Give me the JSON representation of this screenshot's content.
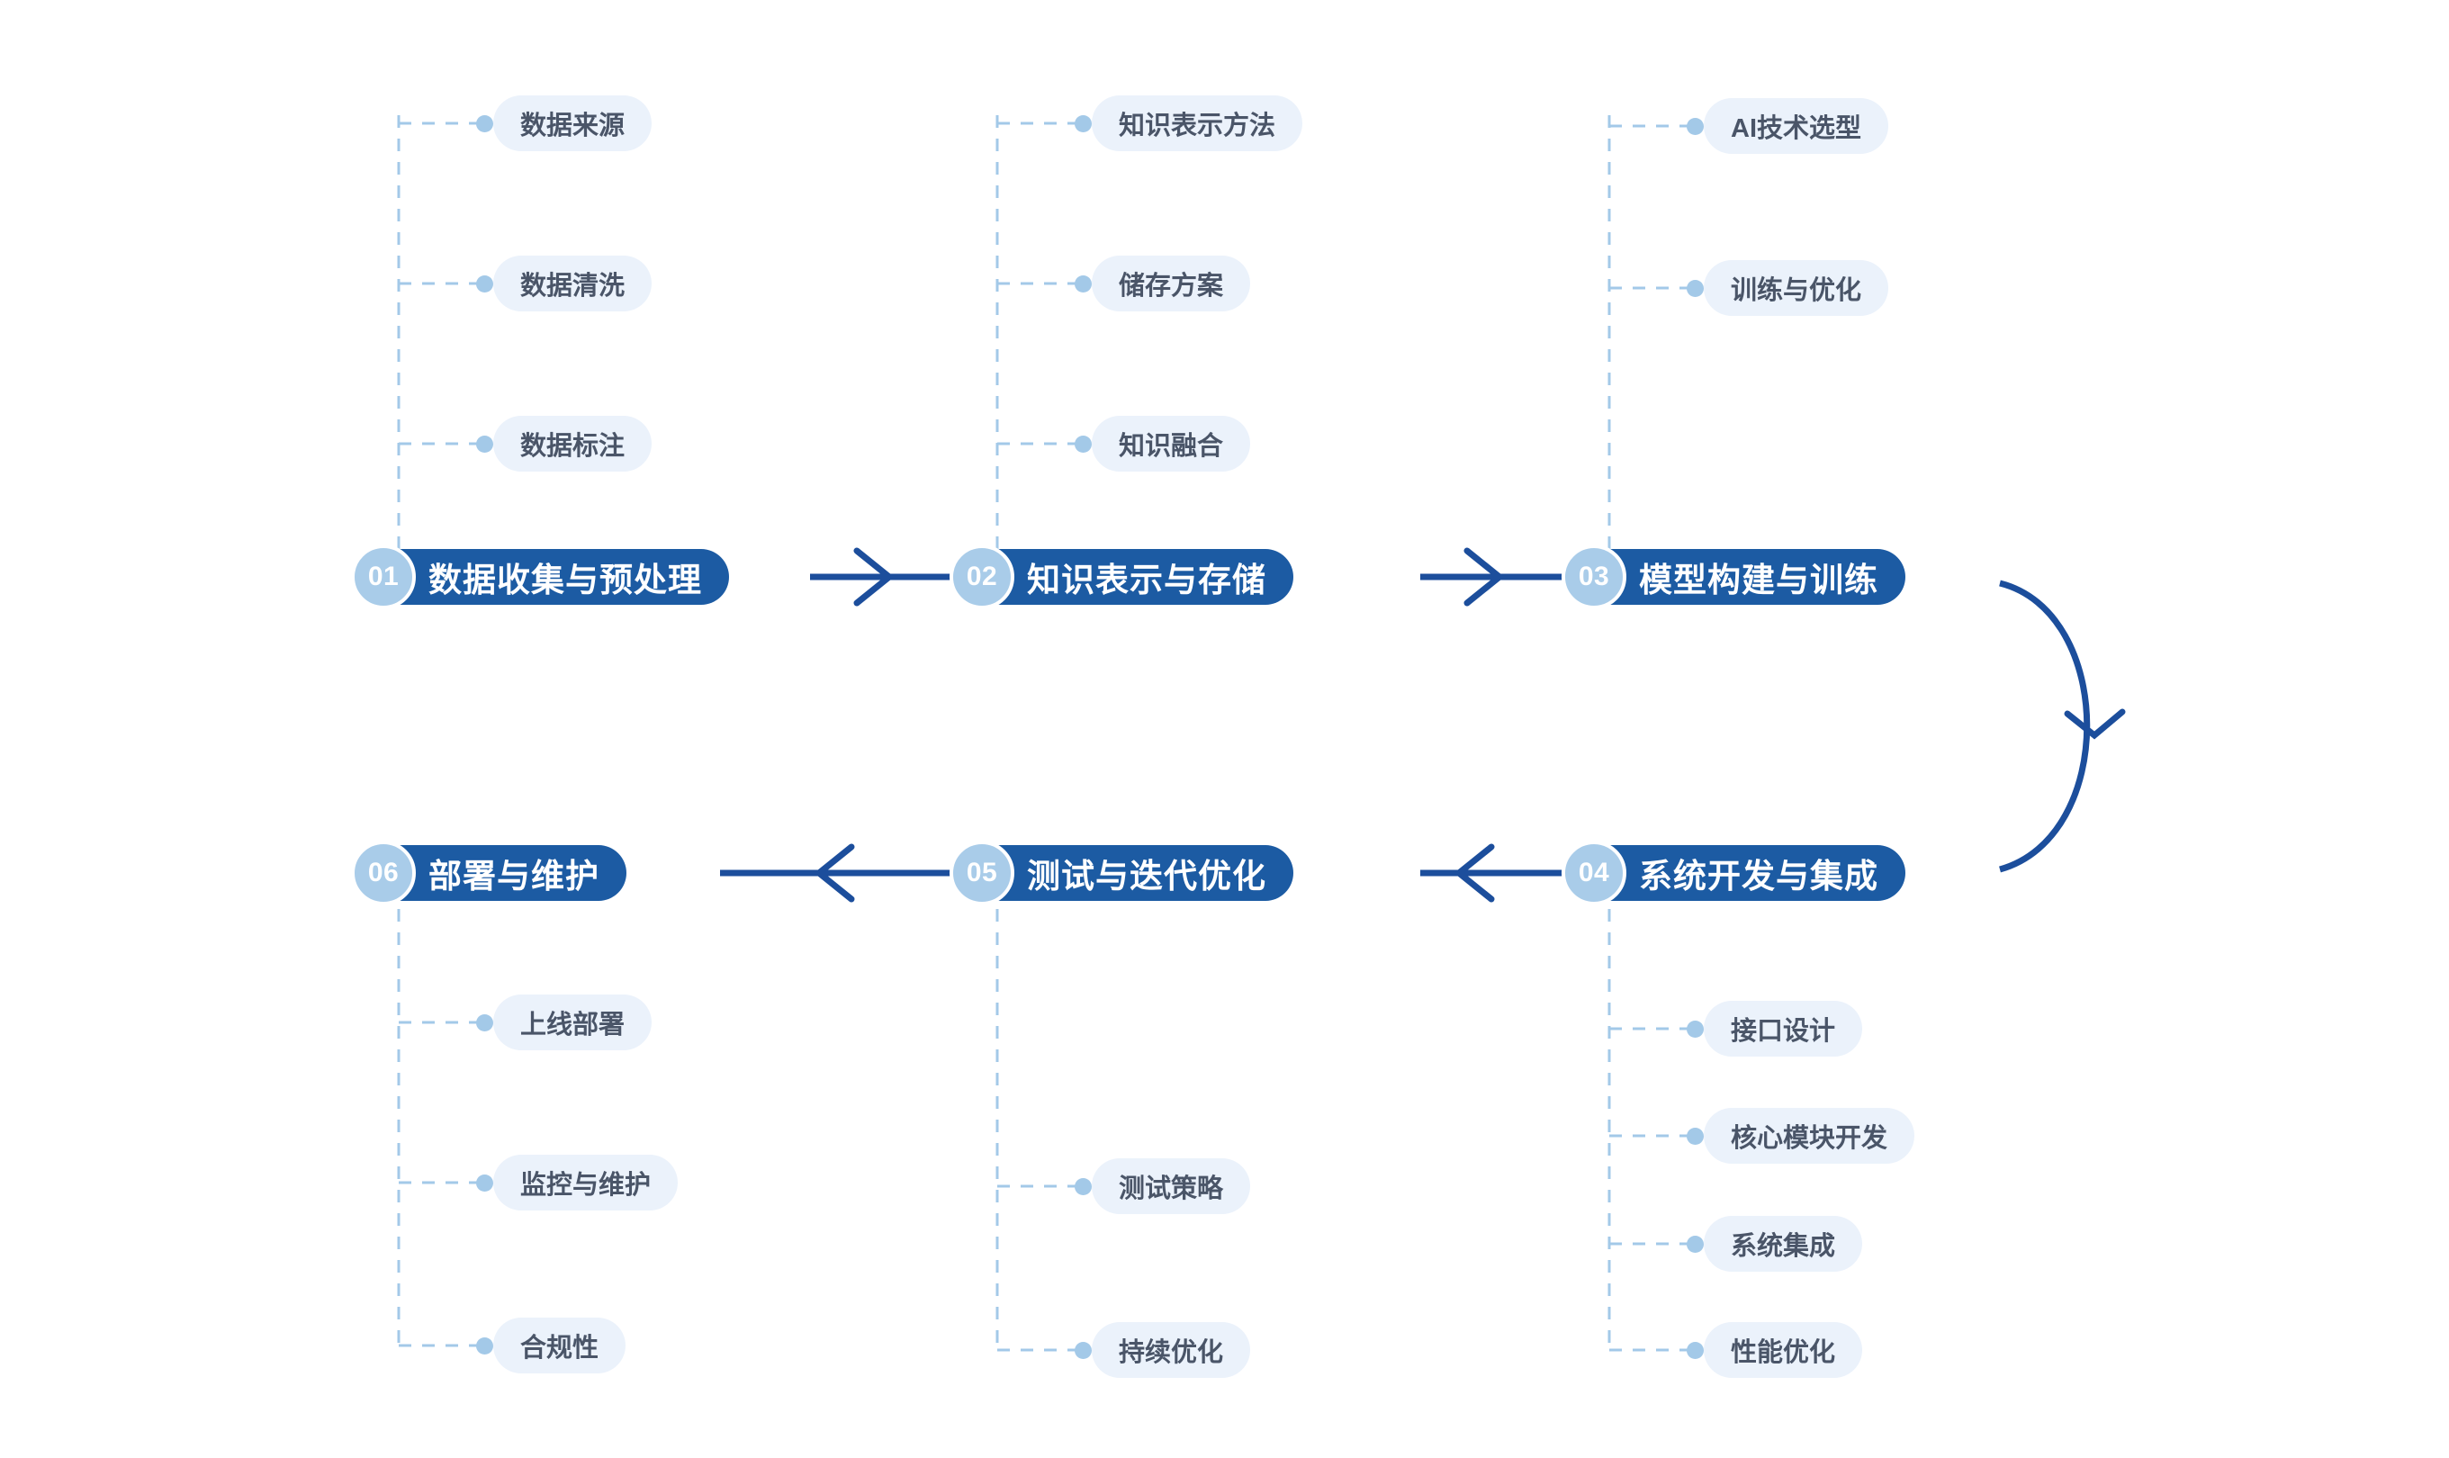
{
  "diagram": {
    "title_text": "",
    "colors": {
      "stage_pill": "#1C5BA3",
      "stage_badge": "#A9CCE9",
      "leaf_bg": "#EBF2FB",
      "leaf_text": "#4A5568",
      "connector_solid": "#1C4E9C",
      "connector_dashed": "#A3C9E8",
      "dot": "#A3C9E8",
      "background": "#FFFFFF"
    },
    "stages": [
      {
        "number": "01",
        "label": "数据收集与预处理",
        "children": [
          "数据来源",
          "数据清洗",
          "数据标注"
        ]
      },
      {
        "number": "02",
        "label": "知识表示与存储",
        "children": [
          "知识表示方法",
          "储存方案",
          "知识融合"
        ]
      },
      {
        "number": "03",
        "label": "模型构建与训练",
        "children": [
          "AI技术选型",
          "训练与优化"
        ]
      },
      {
        "number": "04",
        "label": "系统开发与集成",
        "children": [
          "接口设计",
          "核心模块开发",
          "系统集成",
          "性能优化"
        ]
      },
      {
        "number": "05",
        "label": "测试与迭代优化",
        "children": [
          "测试策略",
          "持续优化"
        ]
      },
      {
        "number": "06",
        "label": "部署与维护",
        "children": [
          "上线部署",
          "监控与维护",
          "合规性"
        ]
      }
    ]
  }
}
